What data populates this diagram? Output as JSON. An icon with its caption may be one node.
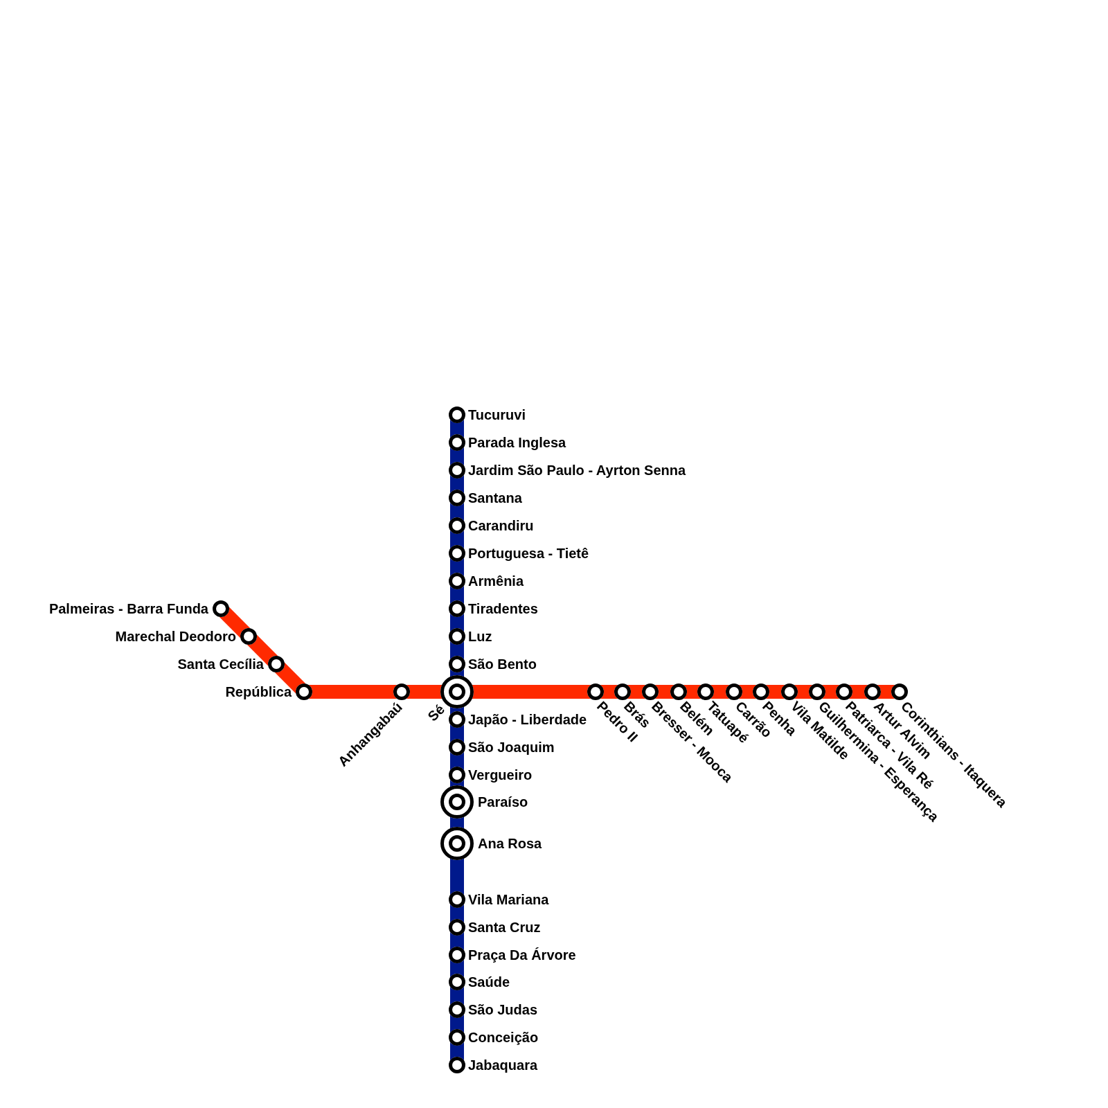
{
  "diagram": {
    "nodes": [
      {
        "text": [
          "Tucuruvi"
        ]
      },
      {
        "text": [
          "Parada Inglesa"
        ]
      },
      {
        "text": [
          "Jardim São Paulo - Ayrton Senna"
        ]
      },
      {
        "text": [
          "Santana"
        ]
      },
      {
        "text": [
          "Carandiru"
        ]
      },
      {
        "text": [
          "Portuguesa - Tietê"
        ]
      },
      {
        "text": [
          "Armênia"
        ]
      },
      {
        "text": [
          "Tiradentes"
        ]
      },
      {
        "text": [
          "Luz"
        ]
      },
      {
        "text": [
          "São Bento"
        ]
      },
      {
        "text": [
          "Sé"
        ]
      },
      {
        "text": [
          "Japão - Liberdade"
        ]
      },
      {
        "text": [
          "São Joaquim"
        ]
      },
      {
        "text": [
          "Vergueiro"
        ]
      },
      {
        "text": [
          "Paraíso"
        ]
      },
      {
        "text": [
          "Ana Rosa"
        ]
      },
      {
        "text": [
          "Vila Mariana"
        ]
      },
      {
        "text": [
          "Santa Cruz"
        ]
      },
      {
        "text": [
          "Praça Da Árvore"
        ]
      },
      {
        "text": [
          "Saúde"
        ]
      },
      {
        "text": [
          "São Judas"
        ]
      },
      {
        "text": [
          "Conceição"
        ]
      },
      {
        "text": [
          "Jabaquara"
        ]
      },
      {
        "text": [
          "Palmeiras - Barra Funda"
        ]
      },
      {
        "text": [
          "Marechal Deodoro"
        ]
      },
      {
        "text": [
          "Santa Cecília"
        ]
      },
      {
        "text": [
          "República"
        ]
      },
      {
        "text": [
          "Anhangabaú"
        ]
      },
      {
        "text": [
          "Pedro II"
        ]
      },
      {
        "text": [
          "Brás"
        ]
      },
      {
        "text": [
          "Bresser - Mooca"
        ]
      },
      {
        "text": [
          "Belém"
        ]
      },
      {
        "text": [
          "Tatuapé"
        ]
      },
      {
        "text": [
          "Carrão"
        ]
      },
      {
        "text": [
          "Penha"
        ]
      },
      {
        "text": [
          "Vila Matilde"
        ]
      },
      {
        "text": [
          "Guilhermina - Esperança"
        ]
      },
      {
        "text": [
          "Patriarca - Vila Ré"
        ]
      },
      {
        "text": [
          "Artur Alvim"
        ]
      },
      {
        "text": [
          "Corinthians - Itaquera"
        ]
      }
    ],
    "edges": [
      {
        "from": 0,
        "to": 1,
        "arrow": "none",
        "color": "#00198c"
      },
      {
        "from": 1,
        "to": 2,
        "arrow": "none",
        "color": "#00198c"
      },
      {
        "from": 2,
        "to": 3,
        "arrow": "none",
        "color": "#00198c"
      },
      {
        "from": 3,
        "to": 4,
        "arrow": "none",
        "color": "#00198c"
      },
      {
        "from": 4,
        "to": 5,
        "arrow": "none",
        "color": "#00198c"
      },
      {
        "from": 5,
        "to": 6,
        "arrow": "none",
        "color": "#00198c"
      },
      {
        "from": 6,
        "to": 7,
        "arrow": "none",
        "color": "#00198c"
      },
      {
        "from": 7,
        "to": 8,
        "arrow": "none",
        "color": "#00198c"
      },
      {
        "from": 8,
        "to": 9,
        "arrow": "none",
        "color": "#00198c"
      },
      {
        "from": 9,
        "to": 10,
        "arrow": "none",
        "color": "#00198c"
      },
      {
        "from": 10,
        "to": 11,
        "arrow": "none",
        "color": "#00198c"
      },
      {
        "from": 11,
        "to": 12,
        "arrow": "none",
        "color": "#00198c"
      },
      {
        "from": 12,
        "to": 13,
        "arrow": "none",
        "color": "#00198c"
      },
      {
        "from": 13,
        "to": 14,
        "arrow": "none",
        "color": "#00198c"
      },
      {
        "from": 14,
        "to": 15,
        "arrow": "none",
        "color": "#00198c"
      },
      {
        "from": 15,
        "to": 16,
        "arrow": "none",
        "color": "#00198c"
      },
      {
        "from": 16,
        "to": 17,
        "arrow": "none",
        "color": "#00198c"
      },
      {
        "from": 17,
        "to": 18,
        "arrow": "none",
        "color": "#00198c"
      },
      {
        "from": 18,
        "to": 19,
        "arrow": "none",
        "color": "#00198c"
      },
      {
        "from": 19,
        "to": 20,
        "arrow": "none",
        "color": "#00198c"
      },
      {
        "from": 20,
        "to": 21,
        "arrow": "none",
        "color": "#00198c"
      },
      {
        "from": 21,
        "to": 22,
        "arrow": "none",
        "color": "#00198c"
      },
      {
        "from": 23,
        "to": 24,
        "arrow": "none",
        "color": "#ff2a00"
      },
      {
        "from": 24,
        "to": 25,
        "arrow": "none",
        "color": "#ff2a00"
      },
      {
        "from": 25,
        "to": 26,
        "arrow": "none",
        "color": "#ff2a00"
      },
      {
        "from": 26,
        "to": 27,
        "arrow": "none",
        "color": "#ff2a00"
      },
      {
        "from": 27,
        "to": 10,
        "arrow": "none",
        "color": "#ff2a00"
      },
      {
        "from": 10,
        "to": 28,
        "arrow": "none",
        "color": "#ff2a00"
      },
      {
        "from": 28,
        "to": 29,
        "arrow": "none",
        "color": "#ff2a00"
      },
      {
        "from": 29,
        "to": 30,
        "arrow": "none",
        "color": "#ff2a00"
      },
      {
        "from": 30,
        "to": 31,
        "arrow": "none",
        "color": "#ff2a00"
      },
      {
        "from": 31,
        "to": 32,
        "arrow": "none",
        "color": "#ff2a00"
      },
      {
        "from": 32,
        "to": 33,
        "arrow": "none",
        "color": "#ff2a00"
      },
      {
        "from": 33,
        "to": 34,
        "arrow": "none",
        "color": "#ff2a00"
      },
      {
        "from": 34,
        "to": 35,
        "arrow": "none",
        "color": "#ff2a00"
      },
      {
        "from": 35,
        "to": 36,
        "arrow": "none",
        "color": "#ff2a00"
      },
      {
        "from": 36,
        "to": 37,
        "arrow": "none",
        "color": "#ff2a00"
      },
      {
        "from": 37,
        "to": 38,
        "arrow": "none",
        "color": "#ff2a00"
      },
      {
        "from": 38,
        "to": 39,
        "arrow": "none",
        "color": "#ff2a00"
      }
    ]
  }
}
